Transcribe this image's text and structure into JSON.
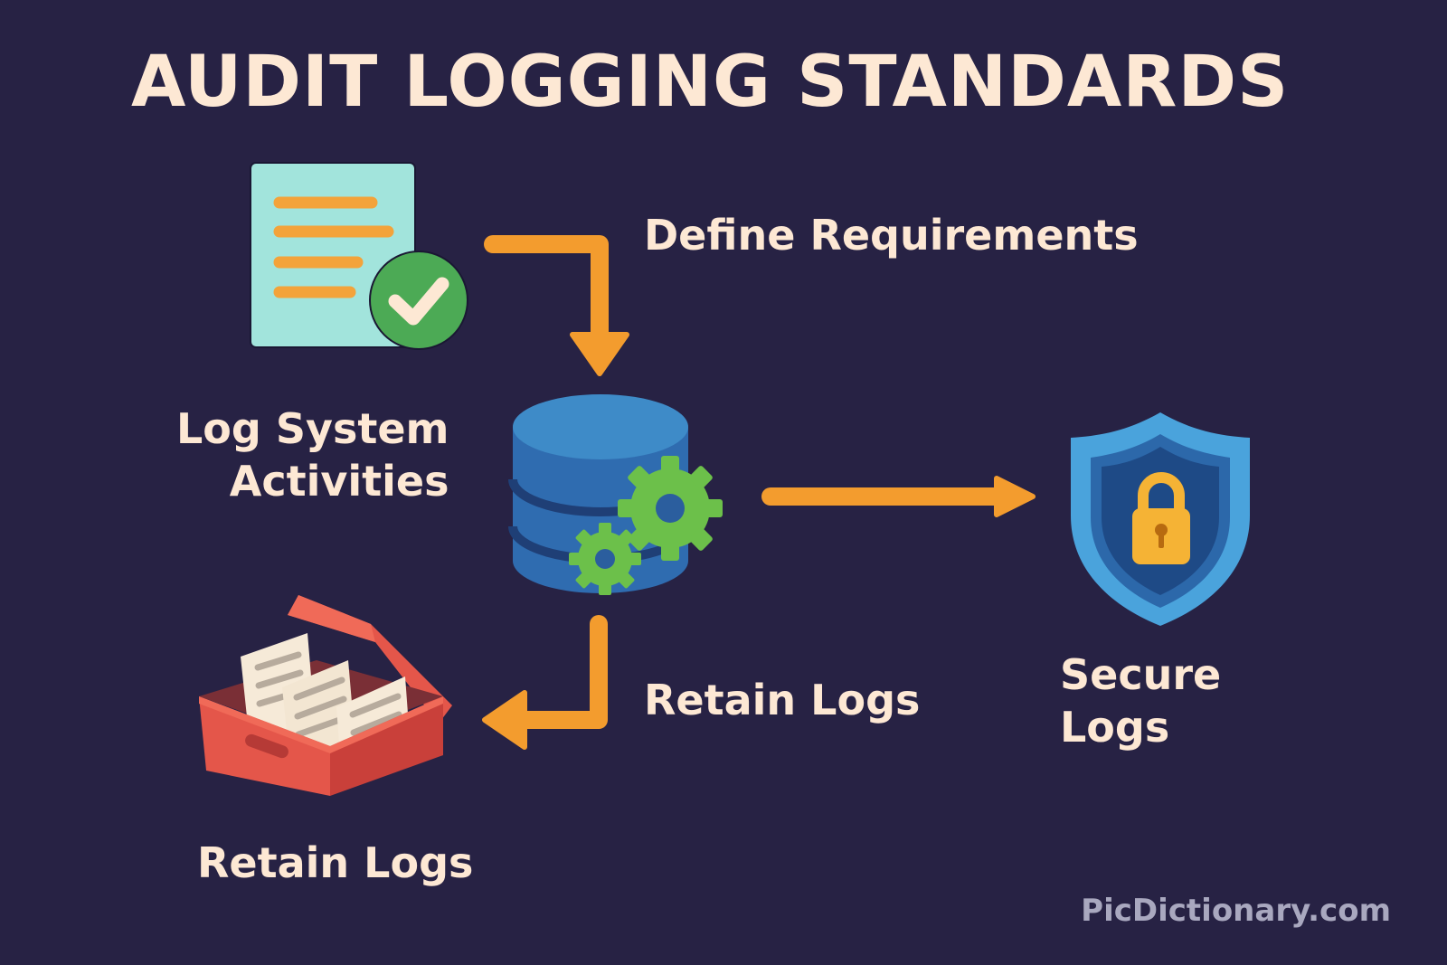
{
  "title": "AUDIT LOGGING STANDARDS",
  "steps": [
    {
      "id": "define",
      "label": "Define Requirements",
      "icon": "document-check-icon"
    },
    {
      "id": "log",
      "label_lines": [
        "Log System",
        "Activities"
      ],
      "icon": "database-gears-icon"
    },
    {
      "id": "secure",
      "label_lines": [
        "Secure",
        "Logs"
      ],
      "icon": "shield-lock-icon"
    },
    {
      "id": "retain_arrow",
      "label": "Retain Logs"
    },
    {
      "id": "retain",
      "label": "Retain Logs",
      "icon": "archive-box-icon"
    }
  ],
  "arrows": [
    {
      "from": "document",
      "to": "database",
      "shape": "elbow-down"
    },
    {
      "from": "database",
      "to": "shield",
      "shape": "straight-right"
    },
    {
      "from": "database",
      "to": "archive-box",
      "shape": "elbow-left"
    }
  ],
  "watermark": "PicDictionary.com",
  "colors": {
    "background": "#272244",
    "text": "#fde8d4",
    "arrow": "#f39c2e",
    "document": "#a2e4dc",
    "check": "#4caa55",
    "database": "#2f6cb0",
    "gear": "#6cc04a",
    "shield": "#4aa3dc",
    "lock": "#f5b335",
    "box": "#e4564a"
  }
}
